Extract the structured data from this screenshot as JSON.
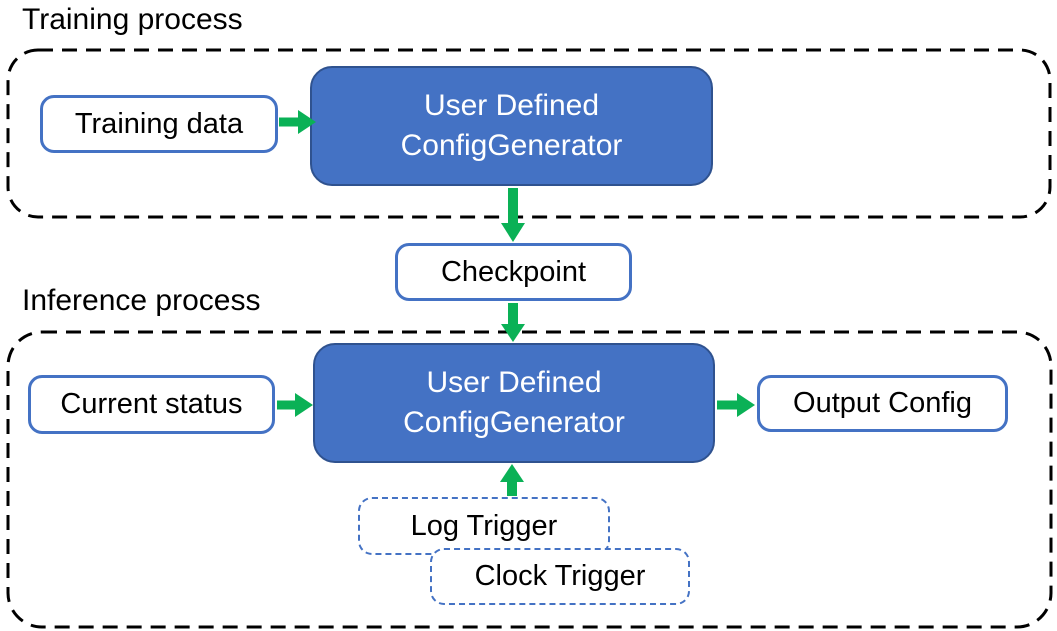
{
  "diagram": {
    "sections": {
      "training": {
        "label": "Training process"
      },
      "inference": {
        "label": "Inference process"
      }
    },
    "nodes": {
      "training_data": "Training data",
      "generator_training": {
        "line1": "User Defined",
        "line2": "ConfigGenerator"
      },
      "checkpoint": "Checkpoint",
      "current_status": "Current status",
      "generator_inference": {
        "line1": "User Defined",
        "line2": "ConfigGenerator"
      },
      "output_config": "Output Config",
      "log_trigger": "Log Trigger",
      "clock_trigger": "Clock Trigger"
    },
    "colors": {
      "generator_fill": "#4472C4",
      "generator_border": "#2F528F",
      "io_box_border": "#4472C4",
      "trigger_border": "#4472C4",
      "arrow_green": "#0AB156",
      "section_outline": "#000000",
      "text_dark": "#000000",
      "text_light": "#FFFFFF"
    }
  }
}
